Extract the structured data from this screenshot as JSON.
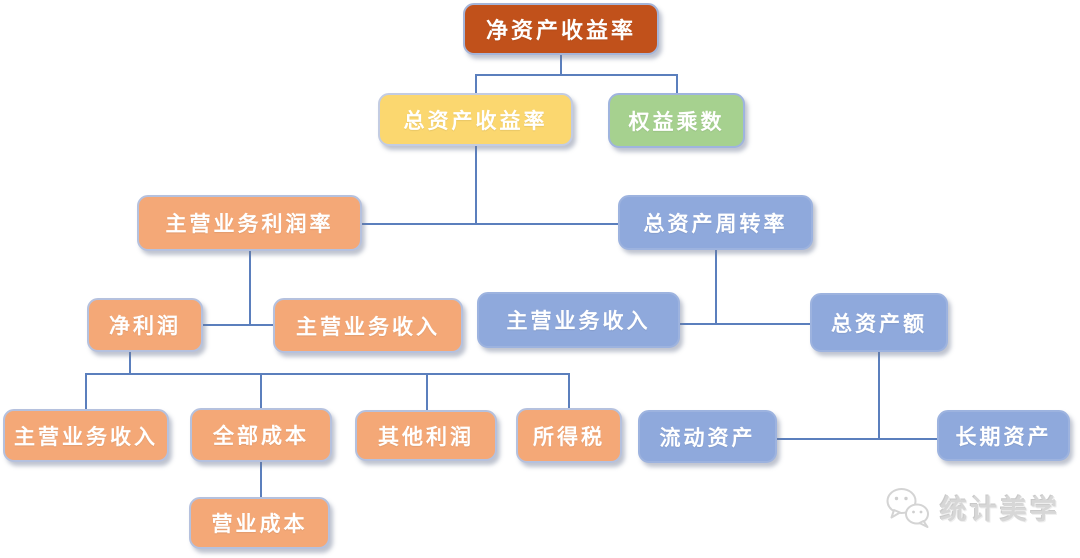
{
  "diagram": {
    "type": "tree",
    "nodes": {
      "roe": {
        "label": "净资产收益率",
        "color": "#C1511B"
      },
      "roa": {
        "label": "总资产收益率",
        "color": "#FBD76F"
      },
      "equity_multiplier": {
        "label": "权益乘数",
        "color": "#A6D18F"
      },
      "operating_profit_margin": {
        "label": "主营业务利润率",
        "color": "#F4A877"
      },
      "total_asset_turnover": {
        "label": "总资产周转率",
        "color": "#8FA9DC"
      },
      "net_profit": {
        "label": "净利润",
        "color": "#F4A877"
      },
      "main_revenue_mid": {
        "label": "主营业务收入",
        "color": "#F4A877"
      },
      "main_revenue_blue": {
        "label": "主营业务收入",
        "color": "#8FA9DC"
      },
      "total_assets": {
        "label": "总资产额",
        "color": "#8FA9DC"
      },
      "main_revenue_bottom": {
        "label": "主营业务收入",
        "color": "#F4A877"
      },
      "total_cost": {
        "label": "全部成本",
        "color": "#F4A877"
      },
      "other_profit": {
        "label": "其他利润",
        "color": "#F4A877"
      },
      "income_tax": {
        "label": "所得税",
        "color": "#F4A877"
      },
      "current_assets": {
        "label": "流动资产",
        "color": "#8FA9DC"
      },
      "long_term_assets": {
        "label": "长期资产",
        "color": "#8FA9DC"
      },
      "operating_cost": {
        "label": "营业成本",
        "color": "#F4A877"
      }
    },
    "edges": [
      [
        "roe",
        "roa"
      ],
      [
        "roe",
        "equity_multiplier"
      ],
      [
        "roa",
        "operating_profit_margin"
      ],
      [
        "roa",
        "total_asset_turnover"
      ],
      [
        "operating_profit_margin",
        "net_profit"
      ],
      [
        "operating_profit_margin",
        "main_revenue_mid"
      ],
      [
        "total_asset_turnover",
        "main_revenue_blue"
      ],
      [
        "total_asset_turnover",
        "total_assets"
      ],
      [
        "net_profit",
        "main_revenue_bottom"
      ],
      [
        "net_profit",
        "total_cost"
      ],
      [
        "net_profit",
        "other_profit"
      ],
      [
        "net_profit",
        "income_tax"
      ],
      [
        "total_cost",
        "operating_cost"
      ],
      [
        "total_assets",
        "current_assets"
      ],
      [
        "total_assets",
        "long_term_assets"
      ]
    ],
    "connector_color": "#5B7FBD",
    "watermark": {
      "icon": "wechat-icon",
      "text": "统计美学"
    }
  }
}
